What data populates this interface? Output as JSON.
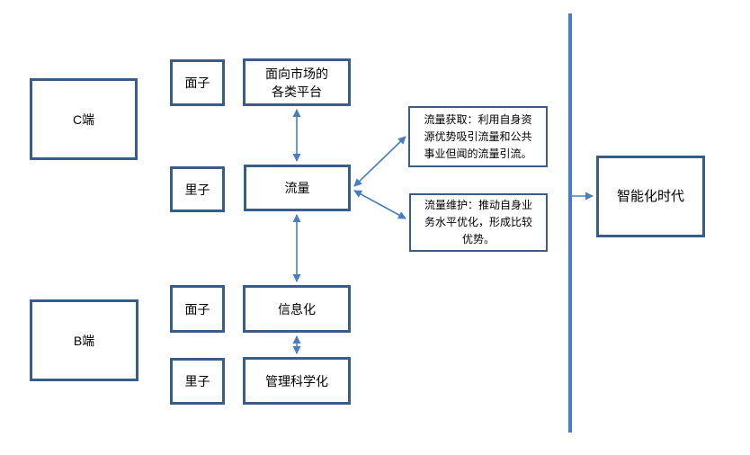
{
  "diagram": {
    "nodes": {
      "c_side": {
        "label": "C端"
      },
      "b_side": {
        "label": "B端"
      },
      "mianzi_top": {
        "label": "面子"
      },
      "lizi_top": {
        "label": "里子"
      },
      "platform": {
        "label": "面向市场的\n各类平台"
      },
      "traffic": {
        "label": "流量"
      },
      "mianzi_bottom": {
        "label": "面子"
      },
      "informatization": {
        "label": "信息化"
      },
      "lizi_bottom": {
        "label": "里子"
      },
      "management": {
        "label": "管理科学化"
      },
      "era": {
        "label": "智能化时代"
      }
    },
    "notes": {
      "acquisition": {
        "text": "流量获取：利用自身资\n源优势吸引流量和公共\n事业但闻的流量引流。"
      },
      "maintenance": {
        "text": "流量维护：推动自身业\n务水平优化，形成比较\n优势。"
      }
    },
    "colors": {
      "box_border": "#385d8a",
      "connector": "#4a7ebb"
    }
  }
}
